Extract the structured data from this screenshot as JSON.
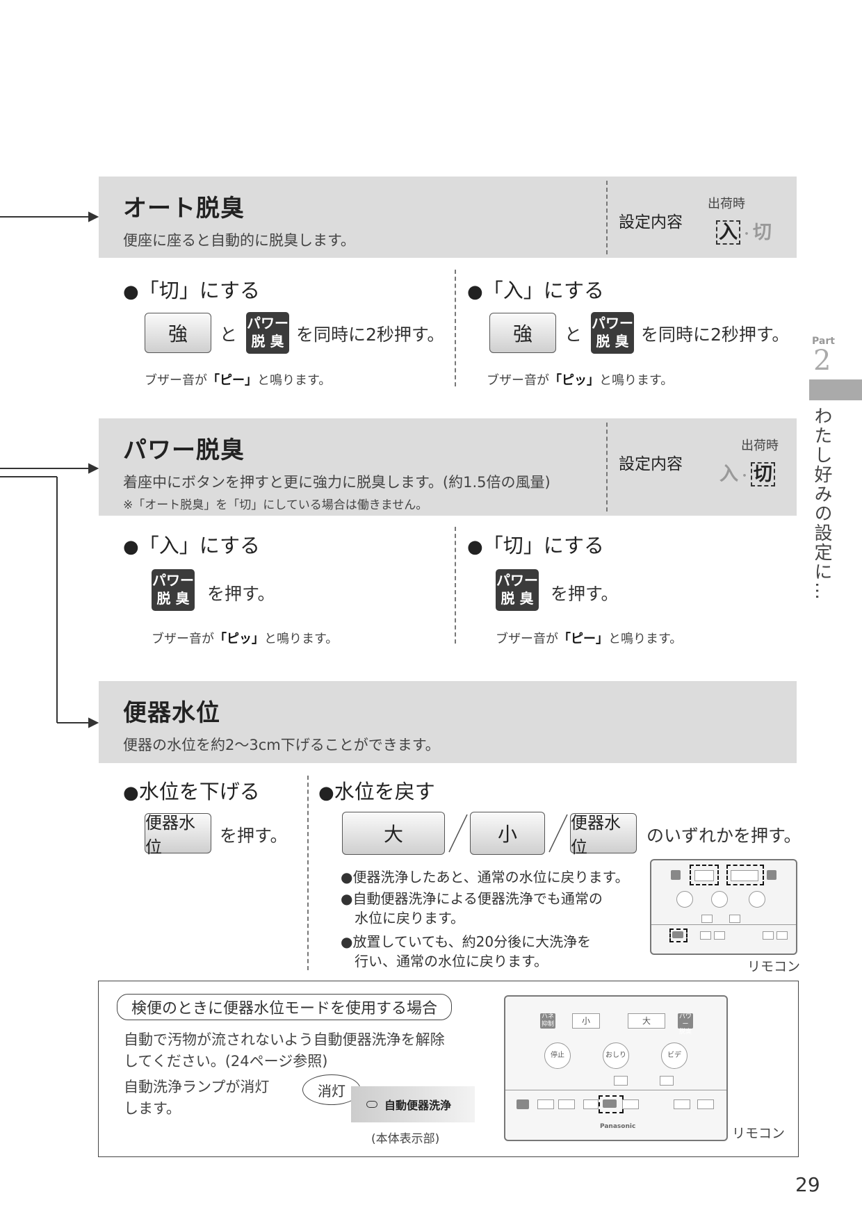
{
  "auto": {
    "title": "オート脱臭",
    "desc": "便座に座ると自動的に脱臭します。",
    "setting_label": "設定内容",
    "shipped_label": "出荷時",
    "opt_on": "入",
    "opt_sep": "・",
    "opt_off": "切",
    "left_heading": "「切」にする",
    "right_heading": "「入」にする",
    "btn_strong": "強",
    "to": "と",
    "pwr_line1": "パワー",
    "pwr_line2": "脱 臭",
    "press_together": "を同時に2秒押す。",
    "buzz_prefix": "ブザー音が",
    "buzz_left_sound": "「ピー」",
    "buzz_right_sound": "「ピッ」",
    "buzz_suffix": "と鳴ります。"
  },
  "power": {
    "title": "パワー脱臭",
    "desc": "着座中にボタンを押すと更に強力に脱臭します。(約1.5倍の風量)",
    "note": "※「オート脱臭」を「切」にしている場合は働きません。",
    "setting_label": "設定内容",
    "shipped_label": "出荷時",
    "opt_on": "入",
    "opt_sep": "・",
    "opt_off": "切",
    "left_heading": "「入」にする",
    "right_heading": "「切」にする",
    "press": "を押す。",
    "buzz_left_sound": "「ピッ」",
    "buzz_right_sound": "「ピー」"
  },
  "water": {
    "title": "便器水位",
    "desc": "便器の水位を約2〜3cm下げることができます。",
    "left_heading": "水位を下げる",
    "right_heading": "水位を戻す",
    "btn_level": "便器水位",
    "press": "を押す。",
    "btn_large": "大",
    "btn_small": "小",
    "either": "のいずれかを押す。",
    "bullet1": "便器洗浄したあと、通常の水位に戻ります。",
    "bullet2a": "自動便器洗浄による便器洗浄でも通常の",
    "bullet2b": "水位に戻ります。",
    "bullet3a": "放置していても、約20分後に大洗浄を",
    "bullet3b": "行い、通常の水位に戻ります。",
    "remote_label": "リモコン"
  },
  "box": {
    "title": "検便のときに便器水位モードを使用する場合",
    "line1": "自動で汚物が流されないよう自動便器洗浄を解除",
    "line2": "してください。(24ページ参照)",
    "line3": "自動洗浄ランプが消灯",
    "line4": "します。",
    "bubble": "消灯",
    "display_text": "自動便器洗浄",
    "display_caption": "(本体表示部)",
    "remote_label": "リモコン"
  },
  "remote": {
    "hane": "ハネ\n抑制",
    "small": "小",
    "large": "大",
    "pwr": "パワー\n脱臭",
    "stop": "停止",
    "oshiri": "おしり",
    "bide": "ビデ",
    "brand": "Panasonic"
  },
  "side": {
    "part_label": "Part",
    "part_num": "2",
    "vertical_text": "わたし好みの設定に…"
  },
  "page_number": "29"
}
